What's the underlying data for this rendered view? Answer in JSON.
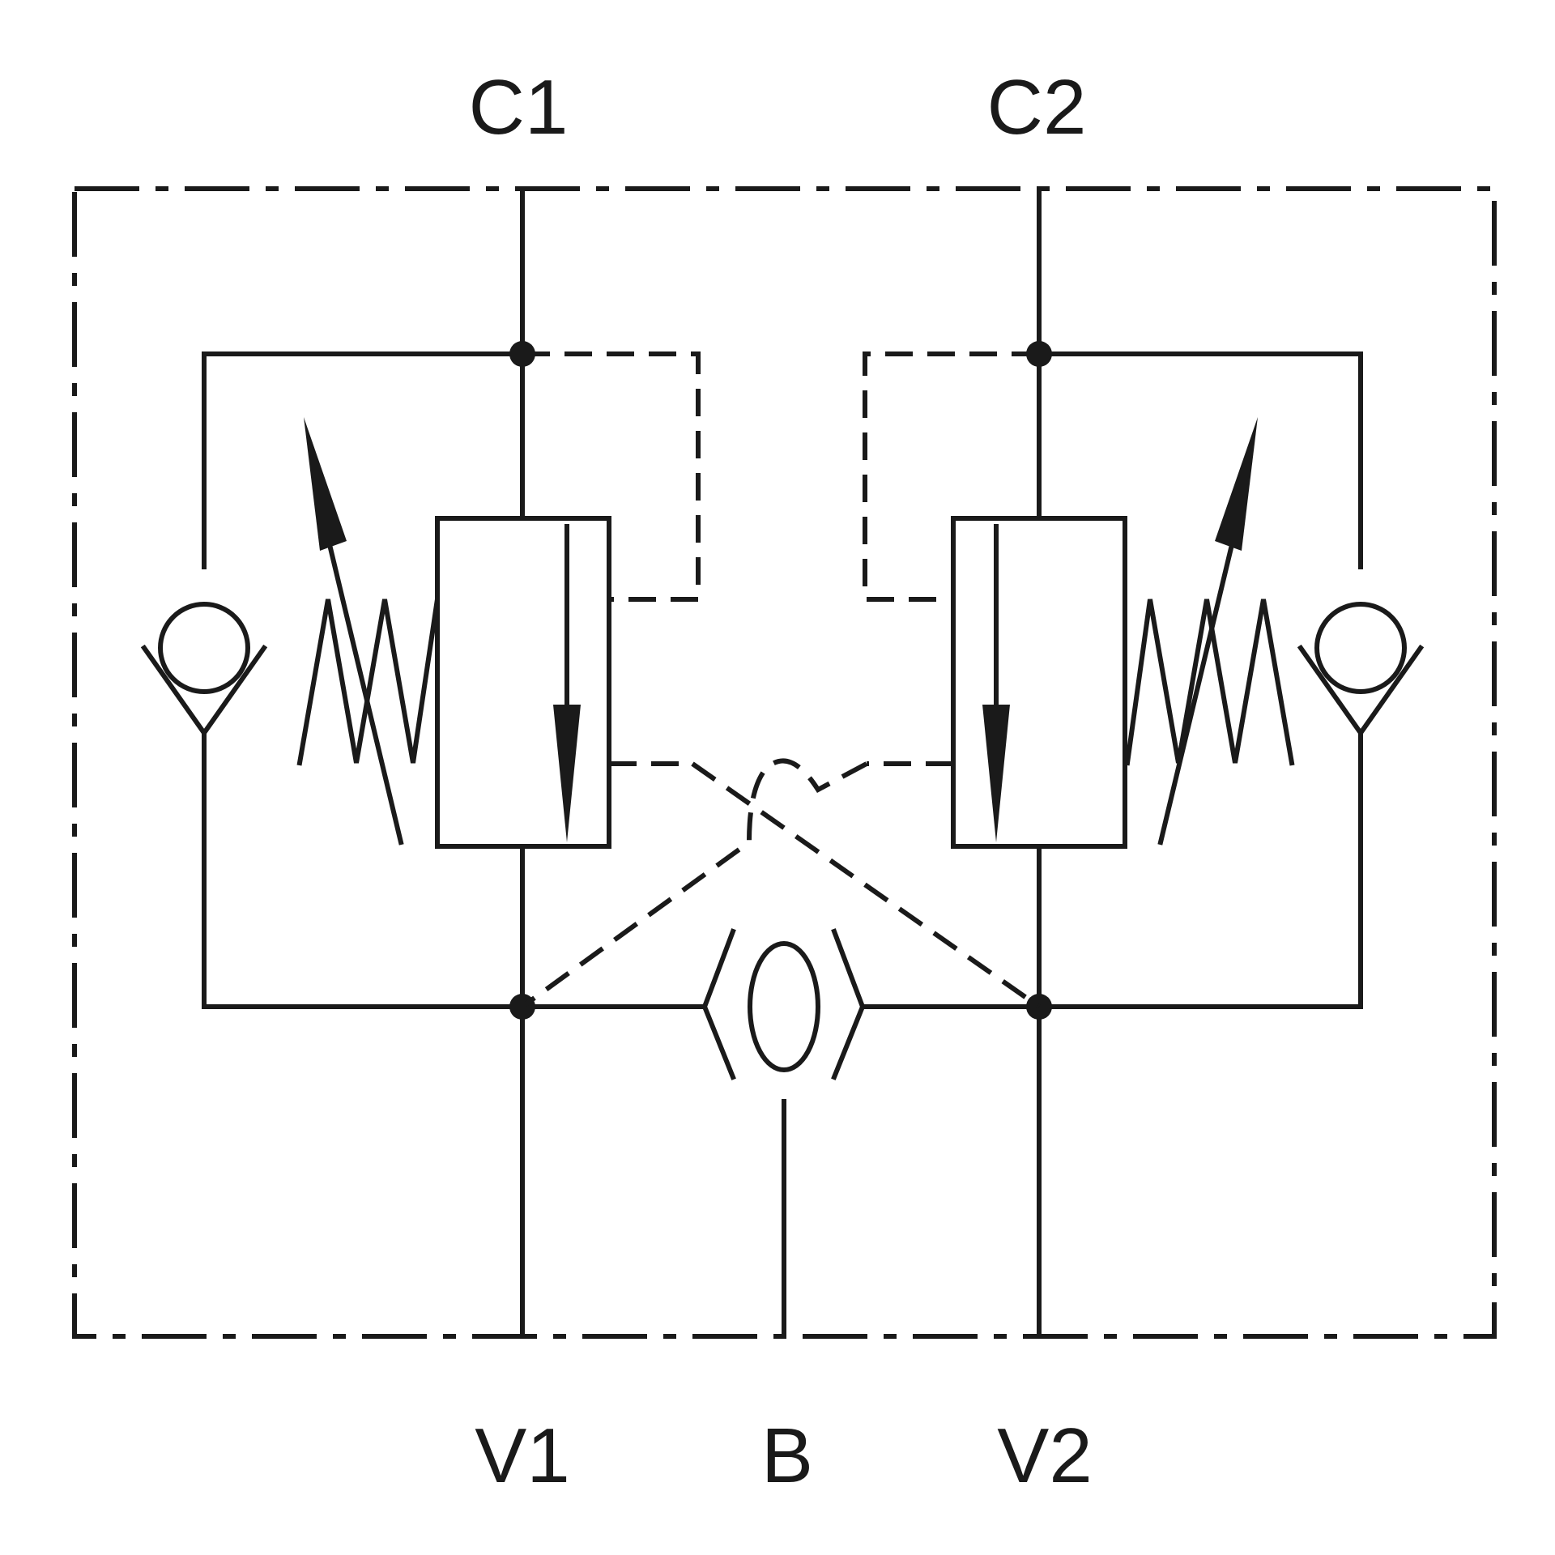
{
  "diagram": {
    "ports": {
      "c1": "C1",
      "c2": "C2",
      "v1": "V1",
      "b": "B",
      "v2": "V2"
    },
    "line_color": "#1a1a1a",
    "background": "#ffffff"
  }
}
